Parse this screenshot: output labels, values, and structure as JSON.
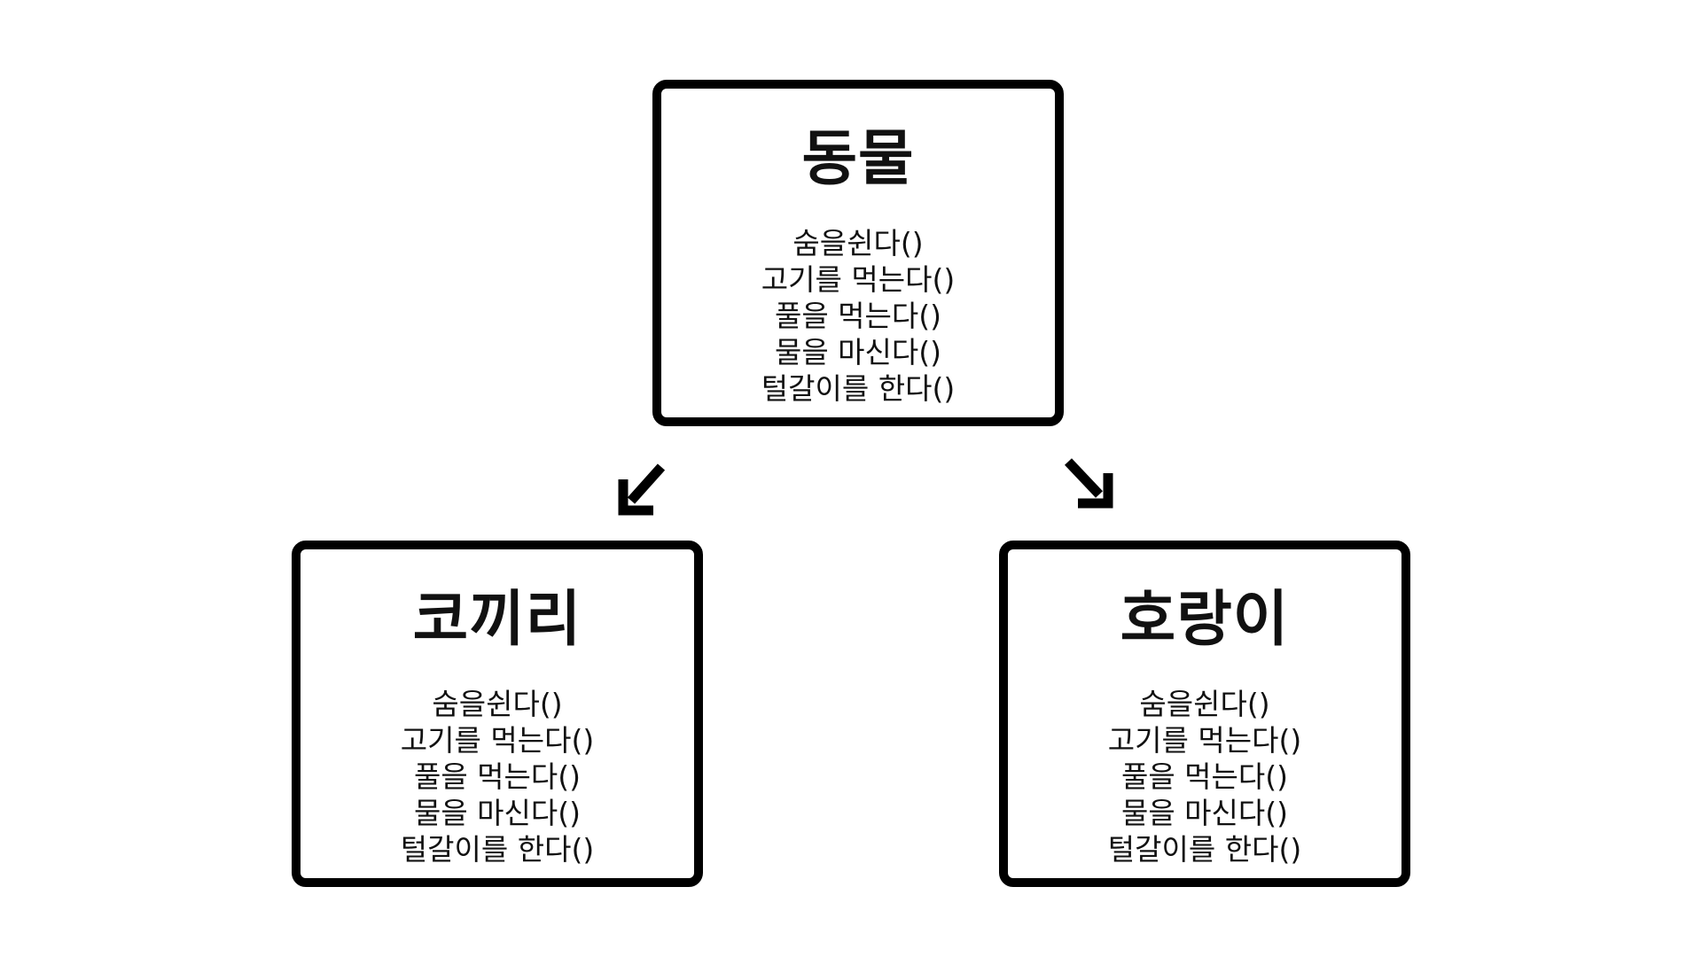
{
  "diagram": {
    "parent": {
      "title": "동물",
      "methods": [
        "숨을쉰다()",
        "고기를 먹는다()",
        "풀을 먹는다()",
        "물을 마신다()",
        "털갈이를 한다()"
      ]
    },
    "children": [
      {
        "title": "코끼리",
        "methods": [
          "숨을쉰다()",
          "고기를 먹는다()",
          "풀을 먹는다()",
          "물을 마신다()",
          "털갈이를 한다()"
        ]
      },
      {
        "title": "호랑이",
        "methods": [
          "숨을쉰다()",
          "고기를 먹는다()",
          "풀을 먹는다()",
          "물을 마신다()",
          "털갈이를 한다()"
        ]
      }
    ],
    "edges": [
      {
        "from": "parent",
        "to": "children.0",
        "icon": "arrow-down-left-icon"
      },
      {
        "from": "parent",
        "to": "children.1",
        "icon": "arrow-down-right-icon"
      }
    ],
    "colors": {
      "border": "#000000",
      "background": "#ffffff",
      "text": "#111111"
    }
  }
}
